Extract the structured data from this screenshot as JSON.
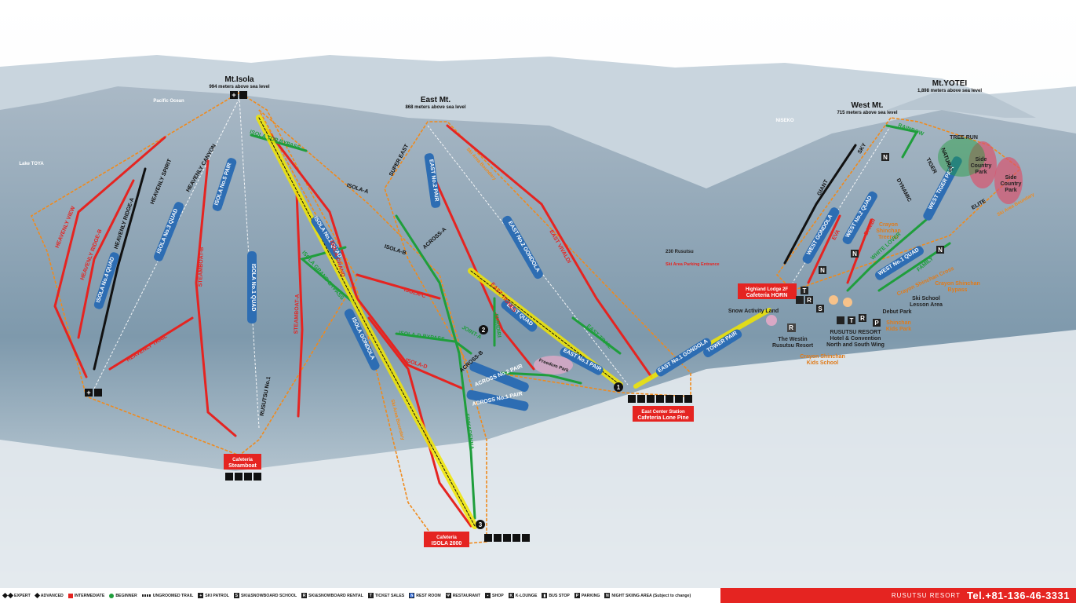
{
  "peaks": {
    "isola": {
      "name": "Mt.Isola",
      "elevation": "994 meters above sea level"
    },
    "east": {
      "name": "East Mt.",
      "elevation": "868 meters above sea level"
    },
    "west": {
      "name": "West Mt.",
      "elevation": "715 meters above sea level"
    },
    "yotei": {
      "name": "Mt.YOTEI",
      "elevation": "1,898 meters above sea level"
    }
  },
  "geo": {
    "pacific": "Pacific Ocean",
    "toya": "Lake TOYA",
    "niseko": "NISEKO"
  },
  "route": "230 Rusutsu",
  "parking_entrance": "Ski Area Parking Entrance",
  "lodges": {
    "steamboat": {
      "l1": "Cafeteria",
      "l2": "Steamboat"
    },
    "isola2000": {
      "l1": "Cafeteria",
      "l2": "ISOLA 2000"
    },
    "lonepine": {
      "l1": "East Center Station",
      "l2": "Cafeteria Lone Pine"
    },
    "horn": {
      "l1": "Highland Lodge 2F",
      "l2": "Cafeteria HORN"
    }
  },
  "poi": {
    "snow_activity": "Snow Activity Land",
    "westin1": "The Westin",
    "westin2": "Rusutsu Resort",
    "resort1": "RUSUTSU RESORT",
    "resort2": "Hotel & Convention",
    "resort3": "North and South Wing",
    "ck_school1": "Crayon Shinchan",
    "ck_school2": "Kids School",
    "shin_park1": "Shinchan",
    "shin_park2": "Kids Park",
    "ski_school1": "Ski School",
    "ski_school2": "Lesson Area",
    "debut": "Debut Park",
    "ck_bypass1": "Crayon Shinchan",
    "ck_bypass2": "Bypass",
    "ck_cross": "Crayon Shinchan Cross",
    "ck_treerun1": "Crayon",
    "ck_treerun2": "Shinchan",
    "ck_treerun3": "Treerun",
    "freedom": "Freedom Park",
    "tree_run": "TREE RUN",
    "side1a": "Side",
    "side1b": "Country",
    "side1c": "Park",
    "side2a": "Side",
    "side2b": "Country",
    "side2c": "Park"
  },
  "lifts": {
    "isola_gondola": "ISOLA GONDOLA",
    "isola1": "ISOLA No.1 QUAD",
    "isola2": "ISOLA No.2 QUAD",
    "isola3": "ISOLA No.3 QUAD",
    "isola4": "ISOLA No.4 QUAD",
    "isola5": "ISOLA No.5 PAIR",
    "east_gondola1": "EAST No.1 GONDOLA",
    "east_gondola2": "EAST No.2 GONDOLA",
    "east_pair1": "EAST No.1 PAIR",
    "east_pair2": "EAST No.2 PAIR",
    "east_quad": "EAST QUAD",
    "across1": "ACROSS No.1 PAIR",
    "across2": "ACROSS No.2 PAIR",
    "tower": "TOWER PAIR",
    "west_gondola": "WEST GONDOLA",
    "west_quad1": "WEST No.1 QUAD",
    "west_quad2": "WEST No.2 QUAD",
    "west_tiger": "WEST TIGER PAIR"
  },
  "trails": {
    "heavenly_view": "HEAVENLY VIEW",
    "heavenly_ridge_b": "HEAVENLY RIDGE-B",
    "heavenly_ridge_a": "HEAVENLY RIDGE-A",
    "heavenly_spirit": "HEAVENLY SPIRIT",
    "heavenly_canyon": "HEAVENLY CANYON",
    "heavenly_trail": "HEAVENLY TRAIL",
    "steamboat_a": "STEAMBOAT-A",
    "steamboat_b": "STEAMBOAT-B",
    "rusutsu1": "RUSUTSU No.1",
    "isola_top_bypass": "ISOLA TOP BYPASS",
    "isola_grand": "ISOLA GRAND",
    "isola_grand_bypass": "ISOLA GRAND BYPASS",
    "isola_a": "ISOLA-A",
    "isola_b": "ISOLA-B",
    "isola_c": "ISOLA-C",
    "isola_d": "ISOLA-D",
    "isola_d_bypass": "ISOLA-D BYPASS",
    "across_a": "ACROSS-A",
    "across_b": "ACROSS-B",
    "joint_a": "JOINT-A",
    "frikadenna": "FRIKADENNA",
    "super_east": "SUPER EAST",
    "east_tignes": "EAST TIGNES",
    "furidiri": "FURIDIRI",
    "east_vivaldi": "EAST VIVALDI",
    "east_trail": "EAST TRAIL",
    "ski_area_boundary": "Ski Area Boundary",
    "rainbow": "RAINBOW",
    "sky": "SKY",
    "giant": "GIANT",
    "dynamic": "DYNAMIC",
    "tiger": "TIGER",
    "natural": "NATURAL",
    "elite": "ELITE",
    "eva": "EVA",
    "bambi": "BAMBI",
    "white_lover": "WHITE LOVER",
    "family": "FAMILY"
  },
  "markers": {
    "m1": "1",
    "m2": "2",
    "m3": "3"
  },
  "night": {
    "n": "N"
  },
  "amen": {
    "T": "T",
    "R": "R",
    "S": "S",
    "P": "P",
    "K": "K"
  },
  "legend": {
    "expert": "EXPERT",
    "advanced": "ADVANCED",
    "intermediate": "INTERMEDIATE",
    "beginner": "BEGINNER",
    "ungroomed": "UNGROOMED TRAIL",
    "patrol": "SKI PATROL",
    "school": "SKI&SNOWBOARD SCHOOL",
    "rental": "SKI&SNOWBOARD RENTAL",
    "tickets": "TICKET SALES",
    "restroom": "REST ROOM",
    "restaurant": "RESTAURANT",
    "shop": "SHOP",
    "klounge": "K-LOUNGE",
    "bus": "BUS STOP",
    "parking": "PARKING",
    "night": "NIGHT SKIING AREA (Subject to change)"
  },
  "contact": {
    "brand": "RUSUTSU RESORT",
    "phone": "Tel.+81-136-46-3331"
  },
  "colors": {
    "expert": "#111111",
    "intermediate": "#e52421",
    "beginner": "#1f9e3c",
    "lift": "#2d6db3",
    "gondola_highlight": "#f2e600",
    "boundary": "#f08a1c",
    "brand_red": "#e52421"
  }
}
